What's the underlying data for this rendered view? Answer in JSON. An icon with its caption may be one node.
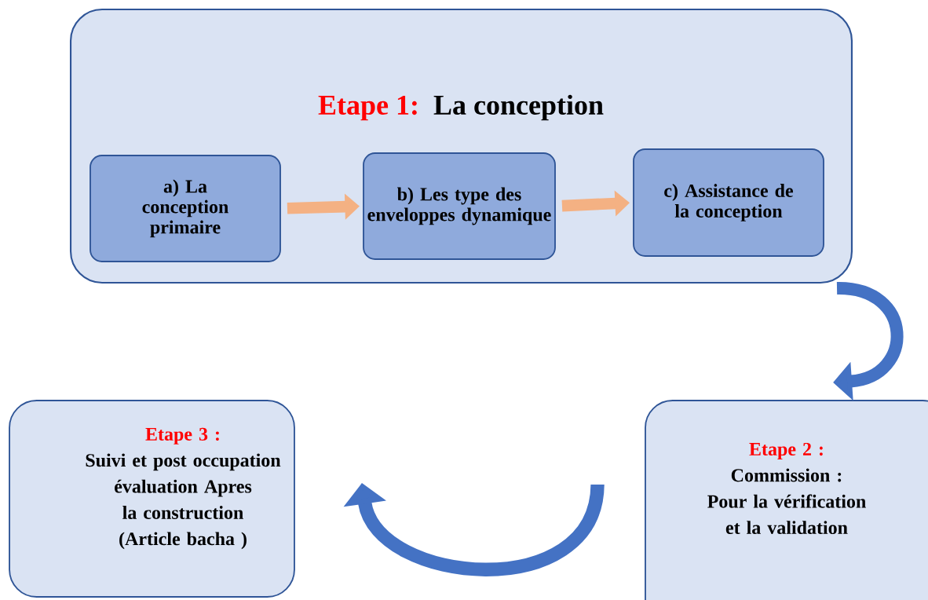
{
  "diagram": {
    "nodes": [
      {
        "text": [
          "Etape 1:",
          "La conception"
        ]
      },
      {
        "text": [
          "a) La conception primaire"
        ],
        "in": 0
      },
      {
        "text": [
          "b) Les type des enveloppes dynamique"
        ],
        "in": 0
      },
      {
        "text": [
          "c) Assistance de la conception"
        ],
        "in": 0
      },
      {
        "text": [
          "Etape 2 :",
          "Commission :",
          "Pour la vérification et la validation"
        ]
      },
      {
        "text": [
          "Etape 3 :",
          "Suivi et post occupation évaluation Apres la construction (Article bacha )"
        ]
      }
    ],
    "edges": [
      {
        "from": 1,
        "to": 2,
        "arrow": "to",
        "color": "#f4b183"
      },
      {
        "from": 2,
        "to": 3,
        "arrow": "to",
        "color": "#f4b183"
      },
      {
        "from": 0,
        "to": 4,
        "arrow": "to",
        "color": "#4472c4"
      },
      {
        "from": 4,
        "to": 5,
        "arrow": "to",
        "color": "#4472c4"
      }
    ]
  }
}
